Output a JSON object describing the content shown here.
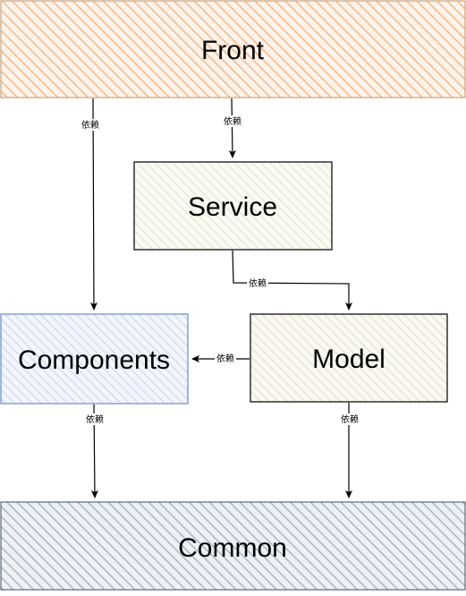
{
  "diagram": {
    "nodes": {
      "front": {
        "label": "Front",
        "fill": "#f6c89a",
        "stroke": "#c9a37a"
      },
      "service": {
        "label": "Service",
        "fill": "#f2f4e8",
        "stroke": "#222222"
      },
      "components": {
        "label": "Components",
        "fill": "#dde6f7",
        "stroke": "#7a9bd1"
      },
      "model": {
        "label": "Model",
        "fill": "#f1f0e6",
        "stroke": "#222222"
      },
      "common": {
        "label": "Common",
        "fill": "#b9c4cf",
        "stroke": "#5c6b7a"
      }
    },
    "edges": [
      {
        "from": "front",
        "to": "components",
        "label": "依赖"
      },
      {
        "from": "front",
        "to": "service",
        "label": "依赖"
      },
      {
        "from": "service",
        "to": "model",
        "label": "依赖"
      },
      {
        "from": "model",
        "to": "components",
        "label": "依赖"
      },
      {
        "from": "components",
        "to": "common",
        "label": "依赖"
      },
      {
        "from": "model",
        "to": "common",
        "label": "依赖"
      }
    ]
  }
}
